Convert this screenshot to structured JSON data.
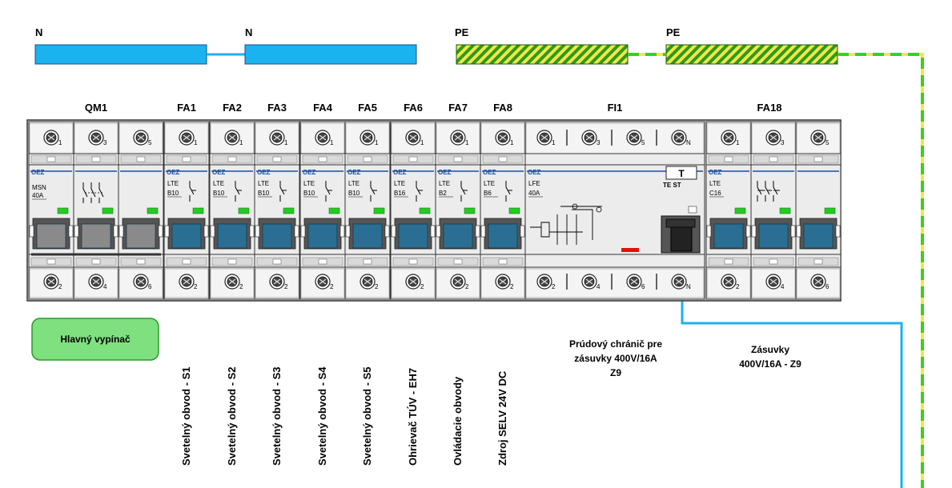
{
  "buses": [
    {
      "label": "N",
      "kind": "neutral"
    },
    {
      "label": "N",
      "kind": "neutral"
    },
    {
      "label": "PE",
      "kind": "earth"
    },
    {
      "label": "PE",
      "kind": "earth"
    }
  ],
  "colors": {
    "neutral": "#1ab3f0",
    "earth_green": "#3ad11a",
    "earth_yellow": "#f2e64a",
    "breaker_blue": "#2a6f93",
    "led_green": "#22cc22",
    "button_fill": "#7fe07f",
    "button_border": "#2a9a2a",
    "test_red": "#e01010"
  },
  "main_switch": {
    "label": "QM1",
    "brand": "OEZ",
    "type": "MSN",
    "rating": "40A",
    "terminals_top": [
      "1",
      "3",
      "5"
    ],
    "terminals_bottom": [
      "2",
      "4",
      "6"
    ],
    "description": "Hlavný vypínač"
  },
  "breakers": [
    {
      "label": "FA1",
      "brand": "OEZ",
      "series": "LTE",
      "rating": "B10",
      "description": "Svetelný obvod - S1"
    },
    {
      "label": "FA2",
      "brand": "OEZ",
      "series": "LTE",
      "rating": "B10",
      "description": "Svetelný obvod - S2"
    },
    {
      "label": "FA3",
      "brand": "OEZ",
      "series": "LTE",
      "rating": "B10",
      "description": "Svetelný obvod - S3"
    },
    {
      "label": "FA4",
      "brand": "OEZ",
      "series": "LTE",
      "rating": "B10",
      "description": "Svetelný obvod - S4"
    },
    {
      "label": "FA5",
      "brand": "OEZ",
      "series": "LTE",
      "rating": "B10",
      "description": "Svetelný obvod - S5"
    },
    {
      "label": "FA6",
      "brand": "OEZ",
      "series": "LTE",
      "rating": "B16",
      "description": "Ohrievač TÚV - EH7"
    },
    {
      "label": "FA7",
      "brand": "OEZ",
      "series": "LTE",
      "rating": "B2",
      "description": "Ovládacie obvody"
    },
    {
      "label": "FA8",
      "brand": "OEZ",
      "series": "LTE",
      "rating": "B6",
      "description": "Zdroj SELV 24V DC"
    }
  ],
  "rcd": {
    "label": "FI1",
    "brand": "OEZ",
    "series": "LFE",
    "rating": "40A",
    "test_label": "TE ST",
    "test_key": "T",
    "terminals_top": [
      "1",
      "3",
      "5",
      "N"
    ],
    "terminals_bottom": [
      "2",
      "4",
      "6",
      "N"
    ],
    "description_lines": [
      "Prúdový chránič pre",
      "zásuvky 400V/16A",
      "Z9"
    ]
  },
  "three_pole": {
    "label": "FA18",
    "brand": "OEZ",
    "series": "LTE",
    "rating": "C16",
    "terminals_top": [
      "1",
      "3",
      "5"
    ],
    "terminals_bottom": [
      "2",
      "4",
      "6"
    ],
    "description_lines": [
      "Zásuvky",
      "400V/16A - Z9"
    ]
  },
  "single_terminals": {
    "top": "1",
    "bottom": "2"
  }
}
